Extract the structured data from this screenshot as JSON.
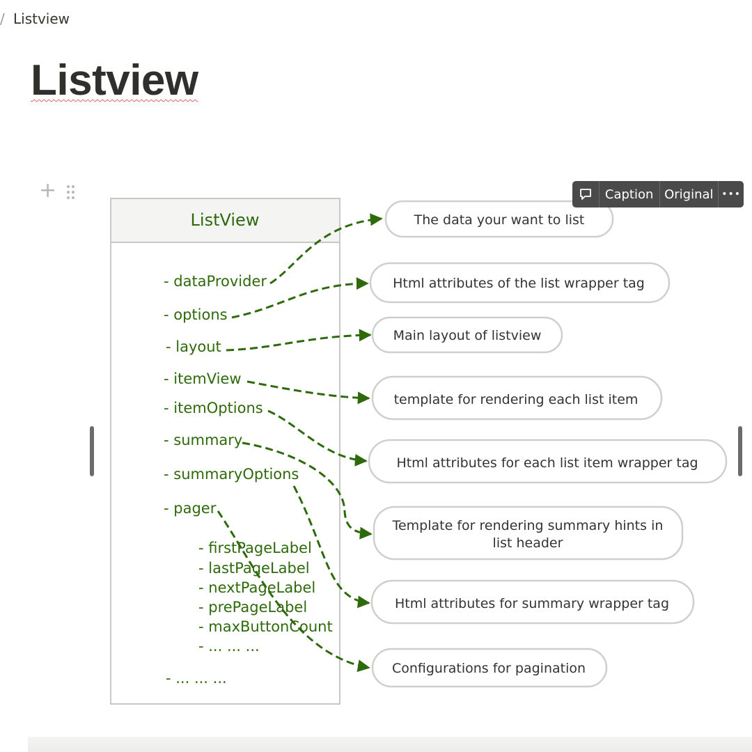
{
  "breadcrumb": {
    "separator": "/",
    "current": "Listview"
  },
  "page": {
    "title": "Listview"
  },
  "toolbar": {
    "caption_label": "Caption",
    "original_label": "Original",
    "more_label": "•••"
  },
  "diagram": {
    "box_title": "ListView",
    "properties": [
      "- dataProvider",
      "- options",
      "- layout",
      "- itemView",
      "- itemOptions",
      "- summary",
      "- summaryOptions",
      "- pager",
      "- ... ... ..."
    ],
    "pager_sub": [
      "- firstPageLabel",
      "- lastPageLabel",
      "- nextPageLabel",
      "- prePageLabel",
      "- maxButtonCount",
      "- ... ... ..."
    ],
    "descriptions": [
      "The data your want to list",
      "Html attributes of the list wrapper tag",
      "Main layout of listview",
      "template for rendering each list item",
      "Html attributes for each list item wrapper tag",
      "Template for rendering summary hints in",
      "list header",
      "Html attributes for summary wrapper tag",
      "Configurations for pagination"
    ],
    "colors": {
      "green": "#2e6a0c",
      "box_border": "#c8c8c8",
      "header_bg": "#f4f4f2"
    }
  }
}
